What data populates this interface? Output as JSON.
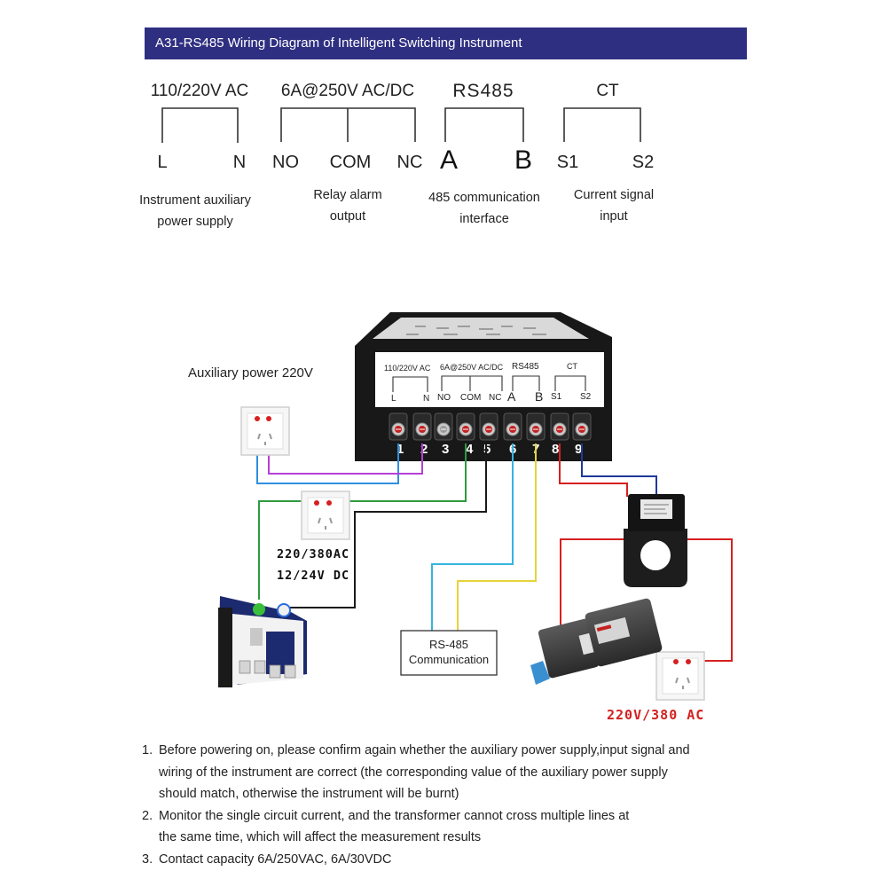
{
  "title": "A31-RS485 Wiring Diagram of Intelligent Switching Instrument",
  "header_groups": [
    {
      "label": "110/220V AC",
      "terminals": [
        "L",
        "N"
      ],
      "desc_lines": [
        "Instrument auxiliary",
        "power supply"
      ]
    },
    {
      "label": "6A@250V AC/DC",
      "terminals": [
        "NO",
        "COM",
        "NC"
      ],
      "desc_lines": [
        "Relay alarm",
        "output"
      ]
    },
    {
      "label": "RS485",
      "terminals": [
        "A",
        "B"
      ],
      "desc_lines": [
        "485 communication",
        "interface"
      ]
    },
    {
      "label": "CT",
      "terminals": [
        "S1",
        "S2"
      ],
      "desc_lines": [
        "Current signal",
        "input"
      ]
    }
  ],
  "instrument": {
    "group_labels": [
      "110/220V AC",
      "6A@250V AC/DC",
      "RS485",
      "CT"
    ],
    "terminal_labels": [
      "L",
      "N",
      "NO",
      "COM",
      "NC",
      "A",
      "B",
      "S1",
      "S2"
    ],
    "terminal_numbers": [
      "1",
      "2",
      "3",
      "4",
      "5",
      "6",
      "7",
      "8",
      "9"
    ]
  },
  "aux_power_label": "Auxiliary power 220V",
  "contactor_supply": [
    "220/380AC",
    "12/24V DC"
  ],
  "rs485_box": [
    "RS-485",
    "Communication"
  ],
  "motor_supply": "220V/380 AC",
  "notes": [
    {
      "num": "1.",
      "lines": [
        "Before powering on, please confirm again whether the auxiliary power supply,input signal and",
        "wiring of the instrument are correct (the corresponding value of the auxiliary power supply",
        "should match, otherwise the instrument will be burnt)"
      ]
    },
    {
      "num": "2.",
      "lines": [
        "Monitor the single circuit current, and the transformer cannot cross multiple lines at",
        "the same time, which will affect the measurement results"
      ]
    },
    {
      "num": "3.",
      "lines": [
        "Contact capacity 6A/250VAC, 6A/30VDC"
      ]
    }
  ],
  "colors": {
    "title_bg": "#2f2f82",
    "wire_blue": "#2f8fdf",
    "wire_purple": "#b540d8",
    "wire_green": "#2f9a3f",
    "wire_black": "#1a1a1a",
    "wire_cyan": "#35b5e0",
    "wire_yellow": "#e6d33a",
    "wire_red": "#d62020",
    "wire_navy": "#1f3a9a",
    "motor_supply_text": "#d42020"
  }
}
